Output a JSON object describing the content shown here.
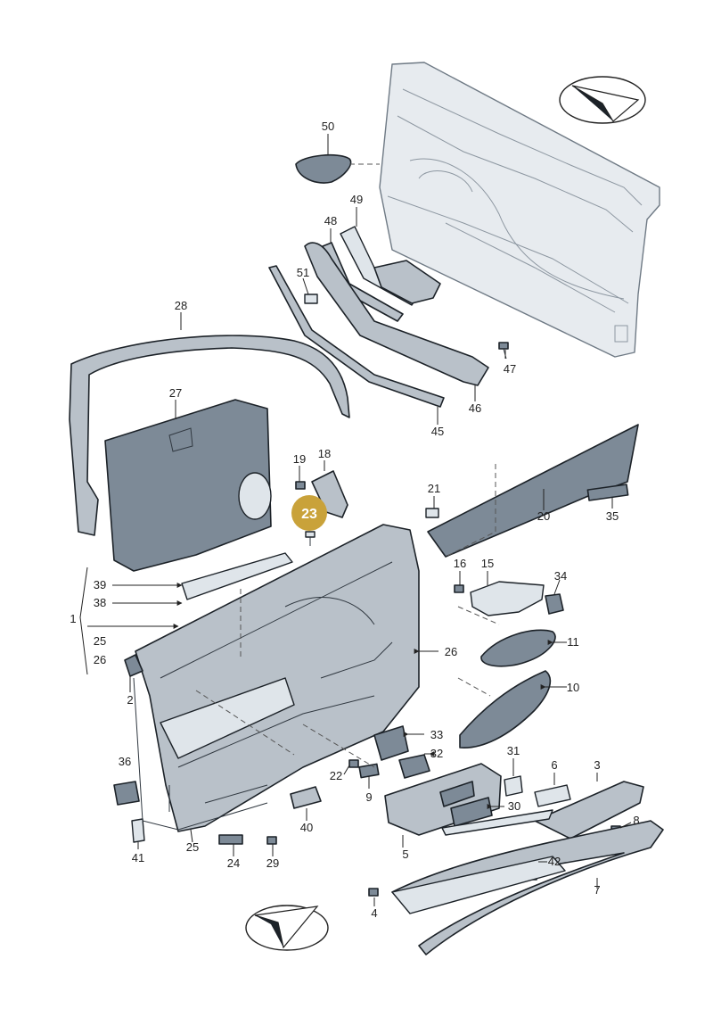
{
  "diagram": {
    "highlighted_part": "23",
    "callouts": [
      "50",
      "49",
      "48",
      "51",
      "28",
      "47",
      "46",
      "45",
      "27",
      "19",
      "18",
      "21",
      "20",
      "35",
      "16",
      "15",
      "34",
      "39",
      "38",
      "1",
      "25",
      "26",
      "11",
      "10",
      "2",
      "33",
      "32",
      "31",
      "36",
      "22",
      "9",
      "6",
      "3",
      "30",
      "8",
      "42",
      "7",
      "4",
      "5",
      "40",
      "41",
      "24",
      "29"
    ]
  },
  "colors": {
    "highlight": "#c9a23a",
    "part_fill": "#b9c1c9",
    "part_dark": "#7d8a97",
    "outline": "#1c2228"
  }
}
